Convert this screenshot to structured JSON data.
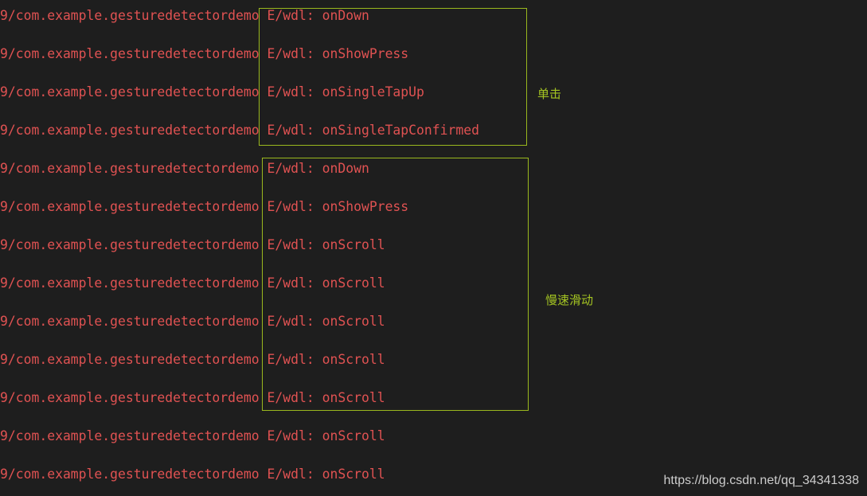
{
  "log_lines": [
    {
      "prefix": "9/com.example.gesturedetectordemo",
      "tag": "E/wdl:",
      "message": "onDown"
    },
    {
      "prefix": "9/com.example.gesturedetectordemo",
      "tag": "E/wdl:",
      "message": "onShowPress"
    },
    {
      "prefix": "9/com.example.gesturedetectordemo",
      "tag": "E/wdl:",
      "message": "onSingleTapUp"
    },
    {
      "prefix": "9/com.example.gesturedetectordemo",
      "tag": "E/wdl:",
      "message": "onSingleTapConfirmed"
    },
    {
      "prefix": "9/com.example.gesturedetectordemo",
      "tag": "E/wdl:",
      "message": "onDown"
    },
    {
      "prefix": "9/com.example.gesturedetectordemo",
      "tag": "E/wdl:",
      "message": "onShowPress"
    },
    {
      "prefix": "9/com.example.gesturedetectordemo",
      "tag": "E/wdl:",
      "message": "onScroll"
    },
    {
      "prefix": "9/com.example.gesturedetectordemo",
      "tag": "E/wdl:",
      "message": "onScroll"
    },
    {
      "prefix": "9/com.example.gesturedetectordemo",
      "tag": "E/wdl:",
      "message": "onScroll"
    },
    {
      "prefix": "9/com.example.gesturedetectordemo",
      "tag": "E/wdl:",
      "message": "onScroll"
    },
    {
      "prefix": "9/com.example.gesturedetectordemo",
      "tag": "E/wdl:",
      "message": "onScroll"
    },
    {
      "prefix": "9/com.example.gesturedetectordemo",
      "tag": "E/wdl:",
      "message": "onScroll"
    },
    {
      "prefix": "9/com.example.gesturedetectordemo",
      "tag": "E/wdl:",
      "message": "onScroll"
    }
  ],
  "annotations": {
    "single_tap": "单击",
    "slow_scroll": "慢速滑动"
  },
  "watermark": "https://blog.csdn.net/qq_34341338",
  "colors": {
    "background": "#1e1e1e",
    "log_text": "#e05252",
    "highlight_box": "#9ab81e",
    "annotation_text": "#a4c422",
    "watermark_text": "#cccccc"
  }
}
